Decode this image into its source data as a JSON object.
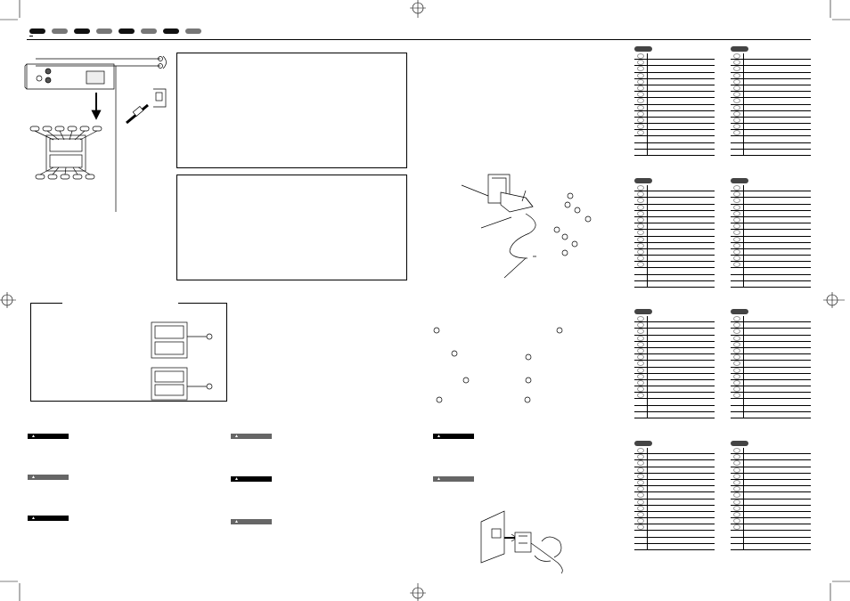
{
  "page": {
    "title": "",
    "left_page_number": "",
    "right_page_number": ""
  },
  "colors": {
    "tab_dark": "#111111",
    "tab_gray": "#777777",
    "warning_black": "#000000",
    "warning_gray": "#666666"
  },
  "language_tabs": [
    {
      "label": "",
      "tone": "dark"
    },
    {
      "label": "",
      "tone": "gray"
    },
    {
      "label": "",
      "tone": "dark"
    },
    {
      "label": "",
      "tone": "gray"
    },
    {
      "label": "",
      "tone": "dark"
    },
    {
      "label": "",
      "tone": "gray"
    },
    {
      "label": "",
      "tone": "dark"
    },
    {
      "label": "",
      "tone": "gray"
    }
  ],
  "warnings": [
    {
      "label": "",
      "tone": "black"
    },
    {
      "label": "",
      "tone": "gray"
    },
    {
      "label": "",
      "tone": "black"
    },
    {
      "label": "",
      "tone": "gray"
    },
    {
      "label": "",
      "tone": "black"
    },
    {
      "label": "",
      "tone": "gray"
    },
    {
      "label": "",
      "tone": "black"
    },
    {
      "label": "",
      "tone": "gray"
    }
  ],
  "icons": [
    "registration-mark-icon",
    "warning-triangle-icon",
    "arrow-down-icon",
    "circle-callout-icon"
  ],
  "pin_tables": [
    {
      "group": "table-group-1",
      "rows": 16
    },
    {
      "group": "table-group-2",
      "rows": 16
    },
    {
      "group": "table-group-3",
      "rows": 16
    },
    {
      "group": "table-group-4",
      "rows": 16
    }
  ]
}
